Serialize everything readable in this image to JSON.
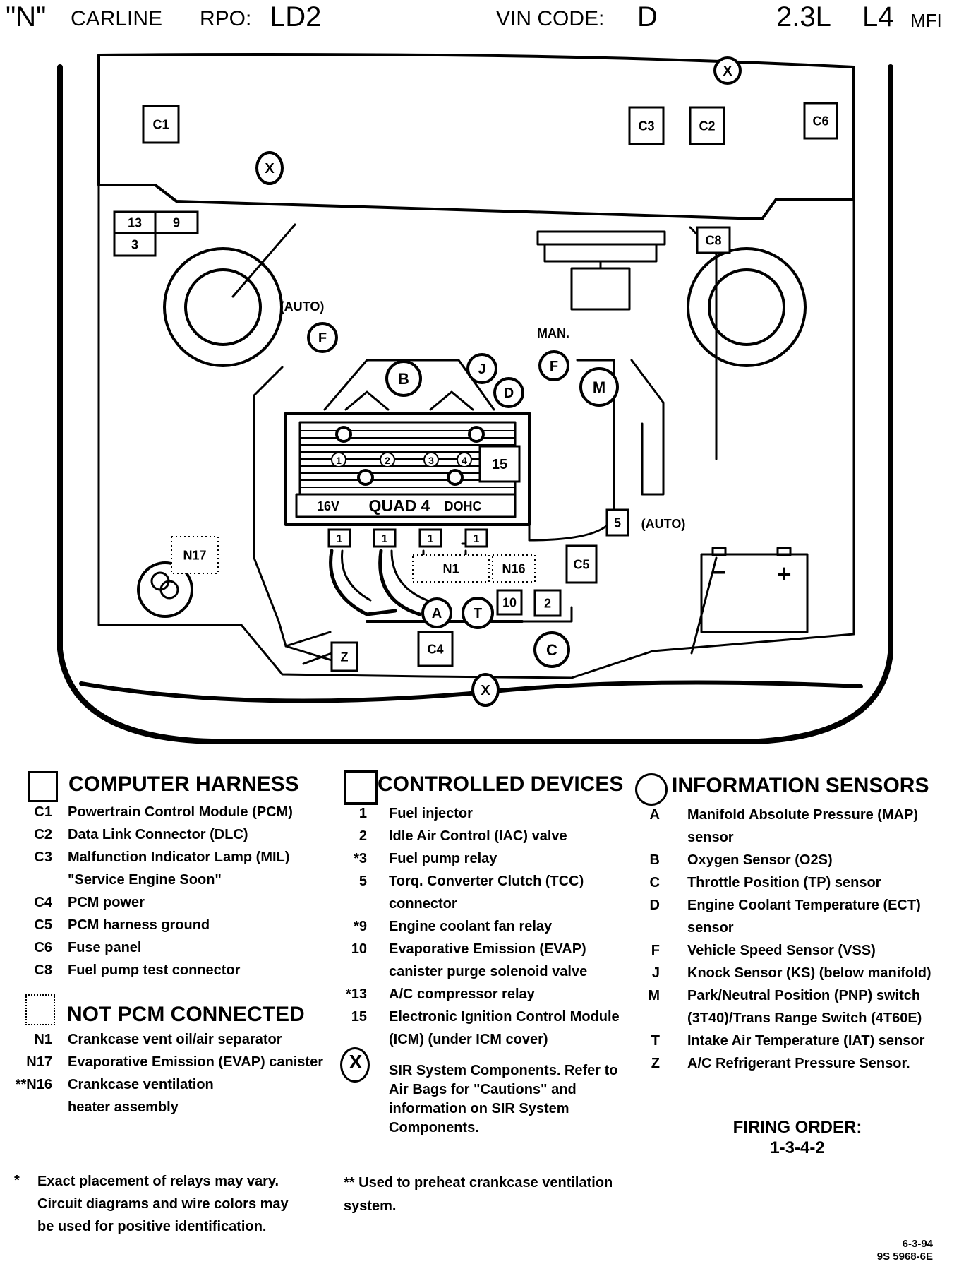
{
  "header": {
    "carline": "\"N\"",
    "carline_word": "CARLINE",
    "rpo_label": "RPO:",
    "rpo_value": "LD2",
    "vin_label": "VIN CODE:",
    "vin_value": "D",
    "engine": "2.3L",
    "cyl": "L4",
    "fuel": "MFI"
  },
  "diagram": {
    "square_labels": {
      "c1": "C1",
      "c2": "C2",
      "c3": "C3",
      "c6": "C6",
      "c8": "C8",
      "c4": "C4",
      "c5": "C5",
      "n13": "13",
      "n9": "9",
      "n3": "3",
      "n15": "15",
      "n5": "5",
      "n10": "10",
      "n2": "2",
      "z": "Z",
      "inj1": "1",
      "inj2": "1",
      "inj3": "1",
      "inj4": "1"
    },
    "circle_labels": {
      "x_top": "X",
      "x_left": "X",
      "x_bottom": "X",
      "f_auto": "F",
      "f_man": "F",
      "b": "B",
      "j": "J",
      "d": "D",
      "m": "M",
      "a": "A",
      "t": "T",
      "c": "C"
    },
    "dotted_labels": {
      "n17": "N17",
      "n1": "N1",
      "n16": "N16"
    },
    "text_labels": {
      "auto_f": "(AUTO)",
      "man_f": "MAN.",
      "auto_5": "(AUTO)",
      "engine_badge_pre": "16V",
      "engine_badge_main": "QUAD 4",
      "engine_badge_post": "DOHC",
      "cyl1": "1",
      "cyl2": "2",
      "cyl3": "3",
      "cyl4": "4",
      "batt_neg": "−",
      "batt_pos": "+"
    }
  },
  "legend": {
    "computer_harness": {
      "title": "COMPUTER HARNESS",
      "items": [
        {
          "code": "C1",
          "text": "Powertrain Control Module (PCM)"
        },
        {
          "code": "C2",
          "text": "Data Link Connector (DLC)"
        },
        {
          "code": "C3",
          "text": "Malfunction Indicator Lamp (MIL)"
        },
        {
          "code": "",
          "text": "\"Service Engine Soon\""
        },
        {
          "code": "C4",
          "text": "PCM power"
        },
        {
          "code": "C5",
          "text": "PCM harness ground"
        },
        {
          "code": "C6",
          "text": "Fuse panel"
        },
        {
          "code": "C8",
          "text": "Fuel pump test connector"
        }
      ]
    },
    "not_pcm": {
      "title": "NOT PCM CONNECTED",
      "items": [
        {
          "code": "N1",
          "text": "Crankcase vent oil/air separator"
        },
        {
          "code": "N17",
          "text": "Evaporative Emission (EVAP) canister"
        },
        {
          "code": "**N16",
          "text": "Crankcase ventilation"
        },
        {
          "code": "",
          "text": "heater assembly"
        }
      ]
    },
    "controlled_devices": {
      "title": "CONTROLLED DEVICES",
      "items": [
        {
          "code": "1",
          "text": "Fuel injector"
        },
        {
          "code": "2",
          "text": "Idle Air Control (IAC) valve"
        },
        {
          "code": "*3",
          "text": "Fuel pump relay"
        },
        {
          "code": "5",
          "text": "Torq. Converter Clutch (TCC)"
        },
        {
          "code": "",
          "text": "connector"
        },
        {
          "code": "*9",
          "text": "Engine coolant fan relay"
        },
        {
          "code": "10",
          "text": "Evaporative Emission (EVAP)"
        },
        {
          "code": "",
          "text": "canister purge solenoid valve"
        },
        {
          "code": "*13",
          "text": "A/C compressor relay"
        },
        {
          "code": "15",
          "text": "Electronic Ignition Control Module"
        },
        {
          "code": "",
          "text": "(ICM) (under ICM cover)"
        }
      ]
    },
    "sir": {
      "symbol": "X",
      "lines": [
        "SIR System Components.  Refer to",
        "Air Bags  for \"Cautions\" and",
        "information  on SIR System",
        "Components."
      ]
    },
    "information_sensors": {
      "title": "INFORMATION SENSORS",
      "items": [
        {
          "code": "A",
          "text": "Manifold Absolute Pressure (MAP)"
        },
        {
          "code": "",
          "text": "sensor"
        },
        {
          "code": "B",
          "text": "Oxygen Sensor (O2S)"
        },
        {
          "code": "C",
          "text": "Throttle Position (TP) sensor"
        },
        {
          "code": "D",
          "text": "Engine Coolant Temperature (ECT)"
        },
        {
          "code": "",
          "text": "sensor"
        },
        {
          "code": "F",
          "text": "Vehicle Speed Sensor (VSS)"
        },
        {
          "code": "J",
          "text": "Knock Sensor (KS) (below manifold)"
        },
        {
          "code": "M",
          "text": "Park/Neutral Position (PNP) switch"
        },
        {
          "code": "",
          "text": "(3T40)/Trans Range Switch (4T60E)"
        },
        {
          "code": "T",
          "text": "Intake Air Temperature (IAT) sensor"
        },
        {
          "code": "Z",
          "text": "A/C Refrigerant Pressure Sensor."
        }
      ]
    },
    "firing_order": {
      "label": "FIRING ORDER:",
      "value": "1-3-4-2"
    }
  },
  "notes": {
    "relays": {
      "mark": "*",
      "lines": [
        "Exact placement of relays may vary.",
        "Circuit diagrams and wire colors may",
        "be used for positive identification."
      ]
    },
    "preheat": {
      "lines": [
        "** Used to preheat crankcase ventilation",
        "system."
      ]
    }
  },
  "reference": {
    "date": "6-3-94",
    "doc": "9S 5968-6E"
  }
}
